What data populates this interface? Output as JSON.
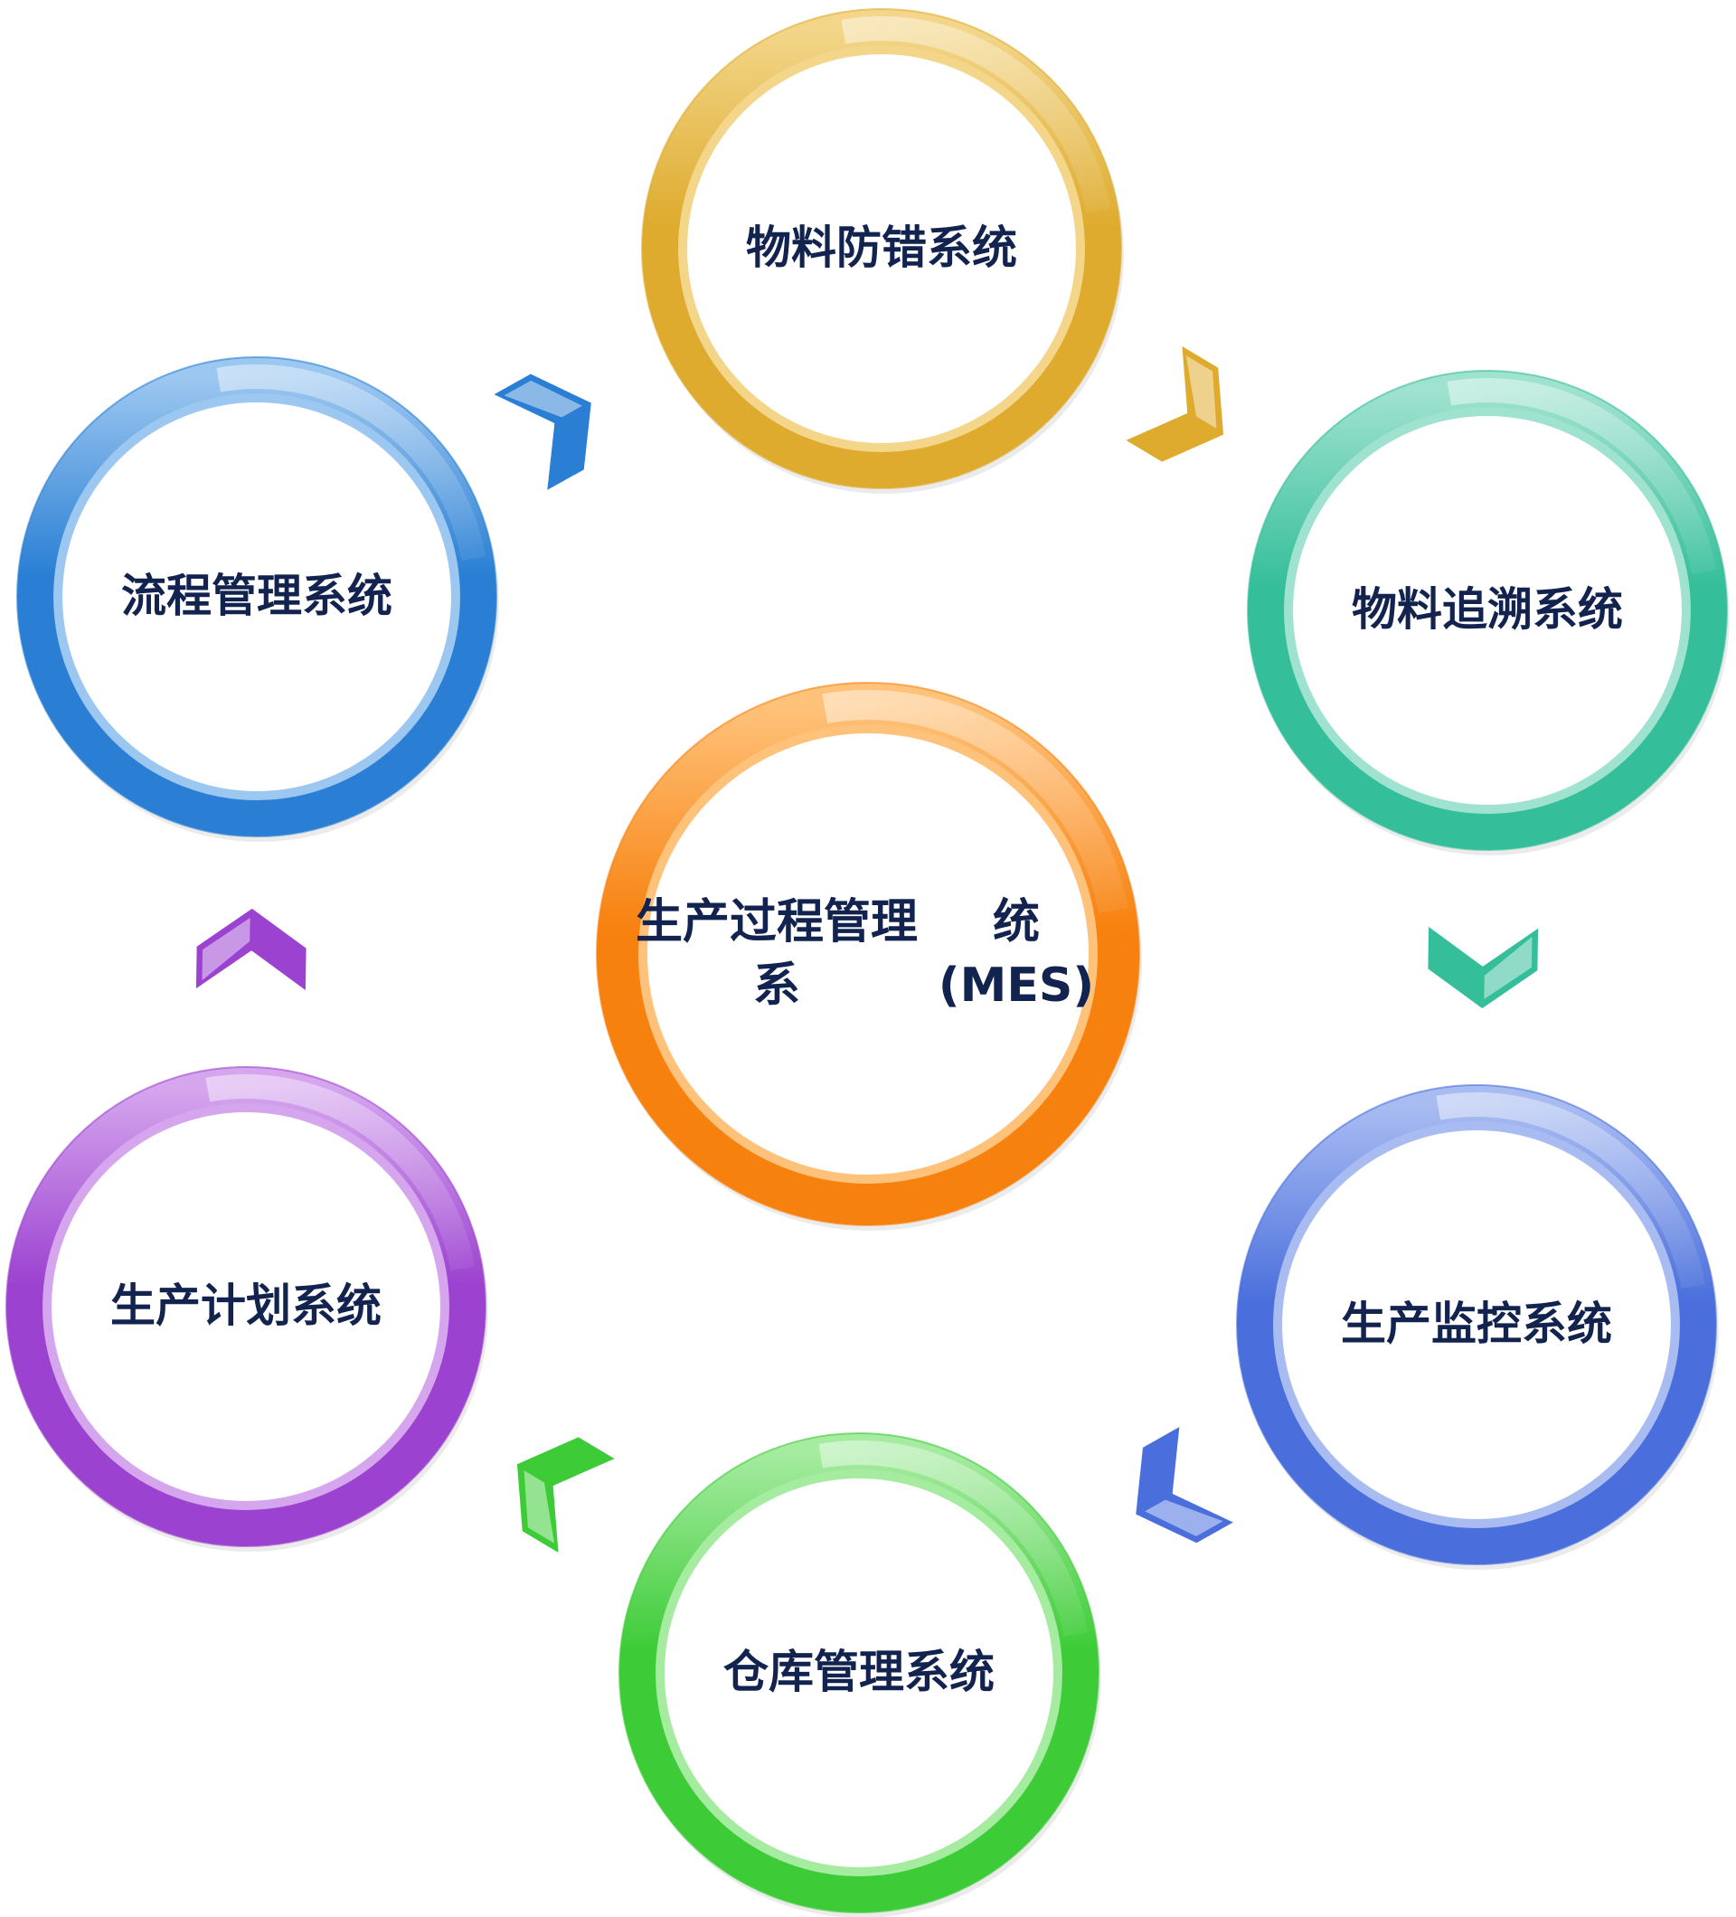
{
  "diagram": {
    "center": {
      "label_lines": [
        "生产过程管理系",
        "统(MES)"
      ],
      "color": "#f7810f",
      "light": "#ffc27a"
    },
    "nodes": [
      {
        "id": "material-errorproof",
        "label": "物料防错系统",
        "color": "#deab2e",
        "light": "#f3d68a"
      },
      {
        "id": "material-trace",
        "label": "物料追溯系统",
        "color": "#34be9a",
        "light": "#9fe2cf"
      },
      {
        "id": "production-monitor",
        "label": "生产监控系统",
        "color": "#4a6fdc",
        "light": "#a9bcf2"
      },
      {
        "id": "warehouse",
        "label": "仓库管理系统",
        "color": "#3dcc37",
        "light": "#a5eba0"
      },
      {
        "id": "production-plan",
        "label": "生产计划系统",
        "color": "#9c42d0",
        "light": "#d5a6ee"
      },
      {
        "id": "process-mgmt",
        "label": "流程管理系统",
        "color": "#2a7fd4",
        "light": "#9cc7f0"
      }
    ],
    "arrows": [
      {
        "from": "process-mgmt",
        "to": "material-errorproof",
        "color": "#2a7fd4"
      },
      {
        "from": "material-errorproof",
        "to": "material-trace",
        "color": "#deab2e"
      },
      {
        "from": "material-trace",
        "to": "production-monitor",
        "color": "#34be9a"
      },
      {
        "from": "production-monitor",
        "to": "warehouse",
        "color": "#4a6fdc"
      },
      {
        "from": "warehouse",
        "to": "production-plan",
        "color": "#3dcc37"
      },
      {
        "from": "production-plan",
        "to": "process-mgmt",
        "color": "#9c42d0"
      }
    ]
  }
}
